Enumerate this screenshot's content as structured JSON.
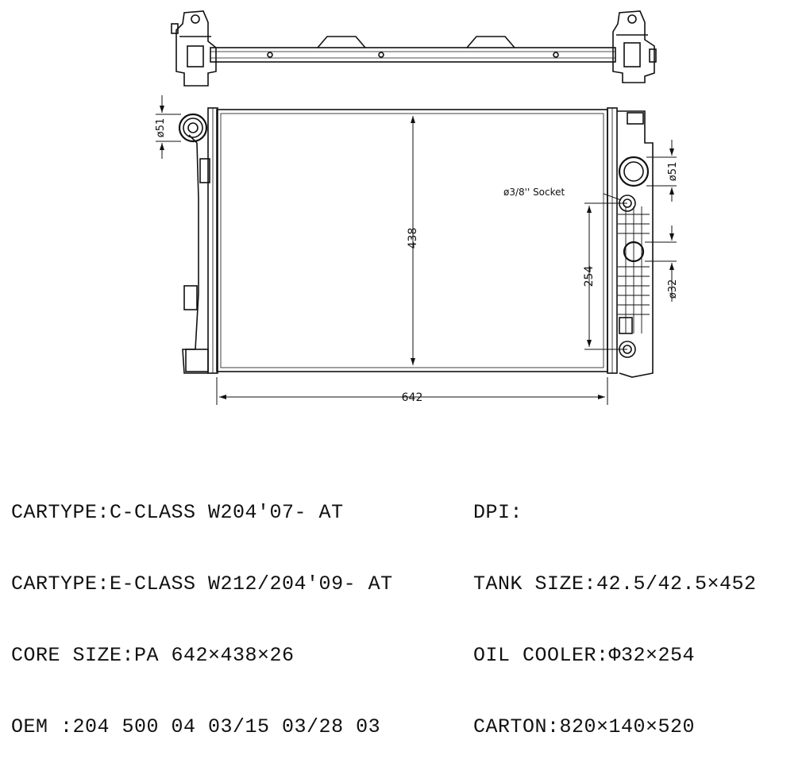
{
  "drawing": {
    "dimensions": {
      "core_width": "642",
      "core_height": "438",
      "oil_cooler_spacing": "254",
      "inlet_left_dia": "ø51",
      "inlet_right_dia": "ø51",
      "oil_cooler_dia": "ø32",
      "socket": "ø3/8'' Socket"
    }
  },
  "specs": {
    "left": [
      "CARTYPE:C-CLASS W204'07- AT",
      "CARTYPE:E-CLASS W212/204'09- AT",
      "CORE SIZE:PA 642×438×26",
      "OEM :204 500 04 03/15 03/28 03"
    ],
    "right": [
      "DPI:",
      "TANK SIZE:42.5/42.5×452",
      "OIL COOLER:Φ32×254",
      "CARTON:820×140×520"
    ]
  }
}
